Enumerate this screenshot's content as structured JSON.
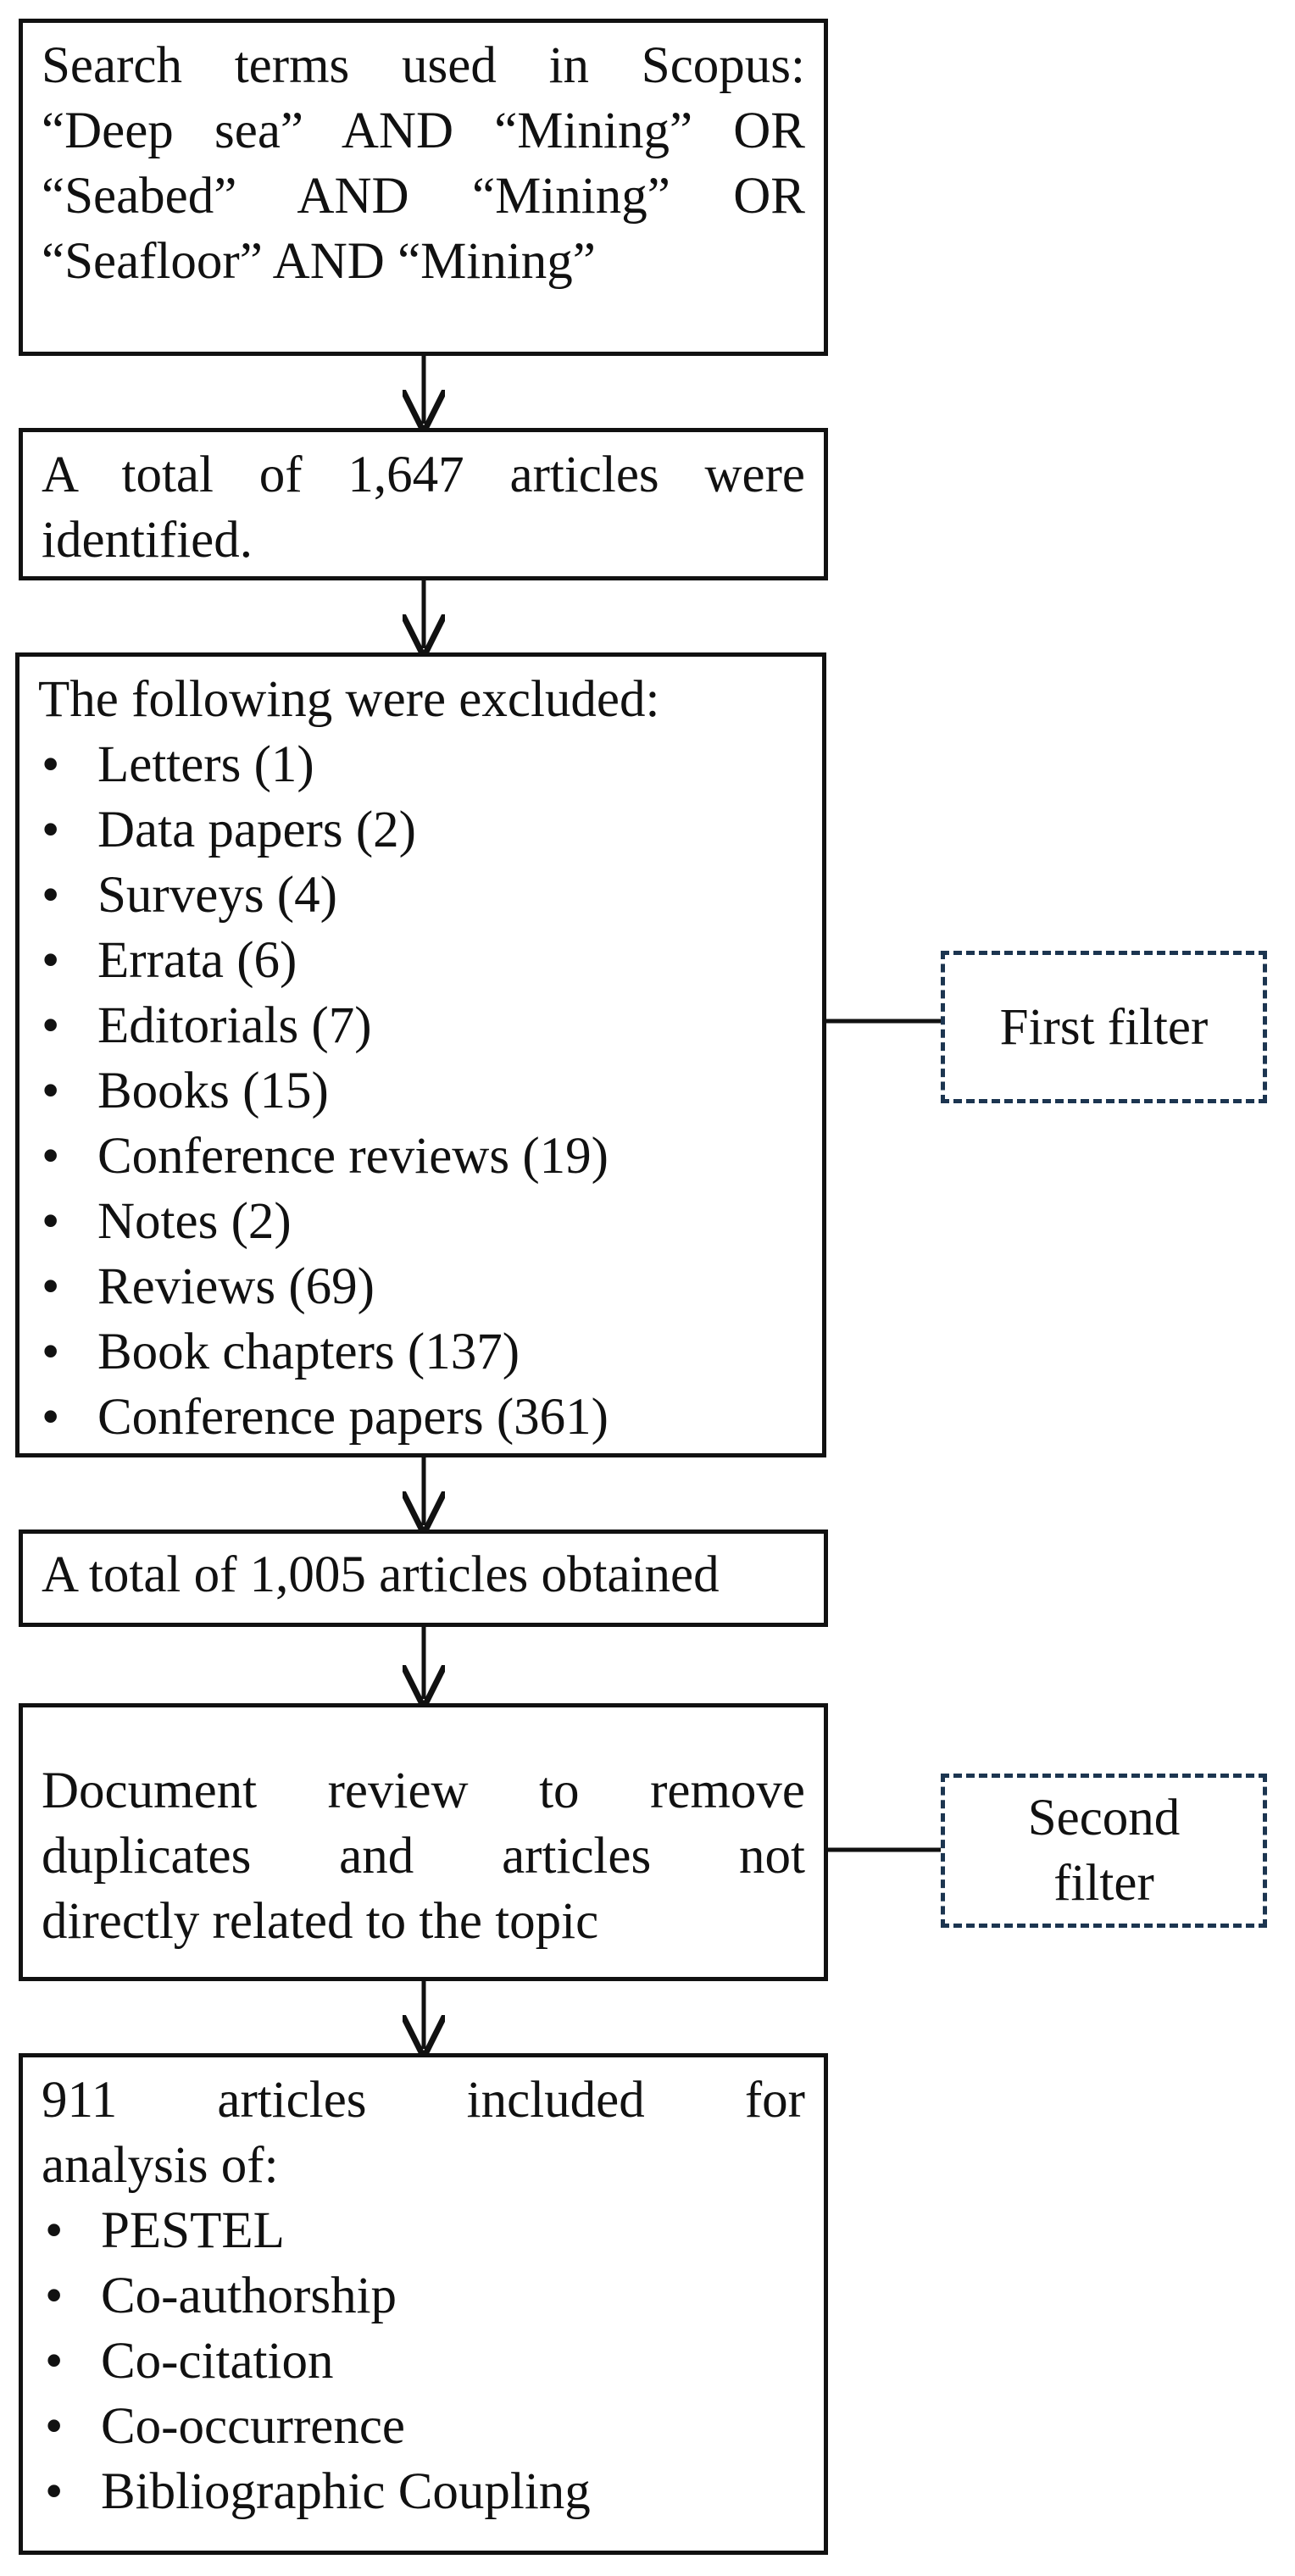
{
  "boxes": {
    "search_terms": {
      "lines": [
        "Search terms used in Scopus:",
        "“Deep sea” AND “Mining” OR",
        "“Seabed” AND “Mining” OR",
        "“Seafloor” AND “Mining”"
      ]
    },
    "identified": {
      "lines": [
        "A total of 1,647 articles were",
        "identified."
      ]
    },
    "excluded": {
      "heading": "The following were excluded:",
      "items": [
        "Letters (1)",
        "Data papers (2)",
        "Surveys (4)",
        "Errata (6)",
        "Editorials (7)",
        "Books (15)",
        "Conference reviews (19)",
        "Notes (2)",
        "Reviews (69)",
        "Book chapters (137)",
        "Conference papers (361)"
      ]
    },
    "obtained": {
      "text": "A total of 1,005 articles obtained"
    },
    "review": {
      "lines": [
        "Document review to remove",
        "duplicates and articles not",
        "directly related to the topic"
      ]
    },
    "included": {
      "lines": [
        "911 articles included for",
        "analysis of:"
      ],
      "items": [
        "PESTEL",
        "Co-authorship",
        "Co-citation",
        "Co-occurrence",
        "Bibliographic Coupling"
      ]
    }
  },
  "filters": {
    "first": "First filter",
    "second_line1": "Second",
    "second_line2": "filter"
  }
}
